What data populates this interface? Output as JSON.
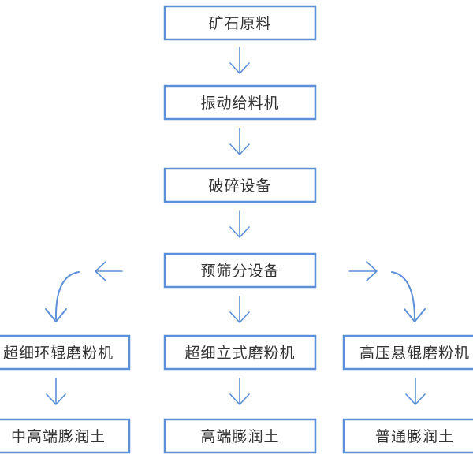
{
  "colors": {
    "box_border": "#5b8fd8",
    "arrow": "#5b8fd8",
    "text": "#333333",
    "background": "#ffffff"
  },
  "nodes": {
    "ore": "矿石原料",
    "feeder": "振动给料机",
    "crusher": "破碎设备",
    "prescreen": "预筛分设备",
    "ultrafine_ring": "超细环辊磨粉机",
    "ultrafine_vertical": "超细立式磨粉机",
    "high_pressure": "高压悬辊磨粉机",
    "mid_high_bentonite": "中高端膨润土",
    "high_bentonite": "高端膨润土",
    "common_bentonite": "普通膨润土"
  }
}
